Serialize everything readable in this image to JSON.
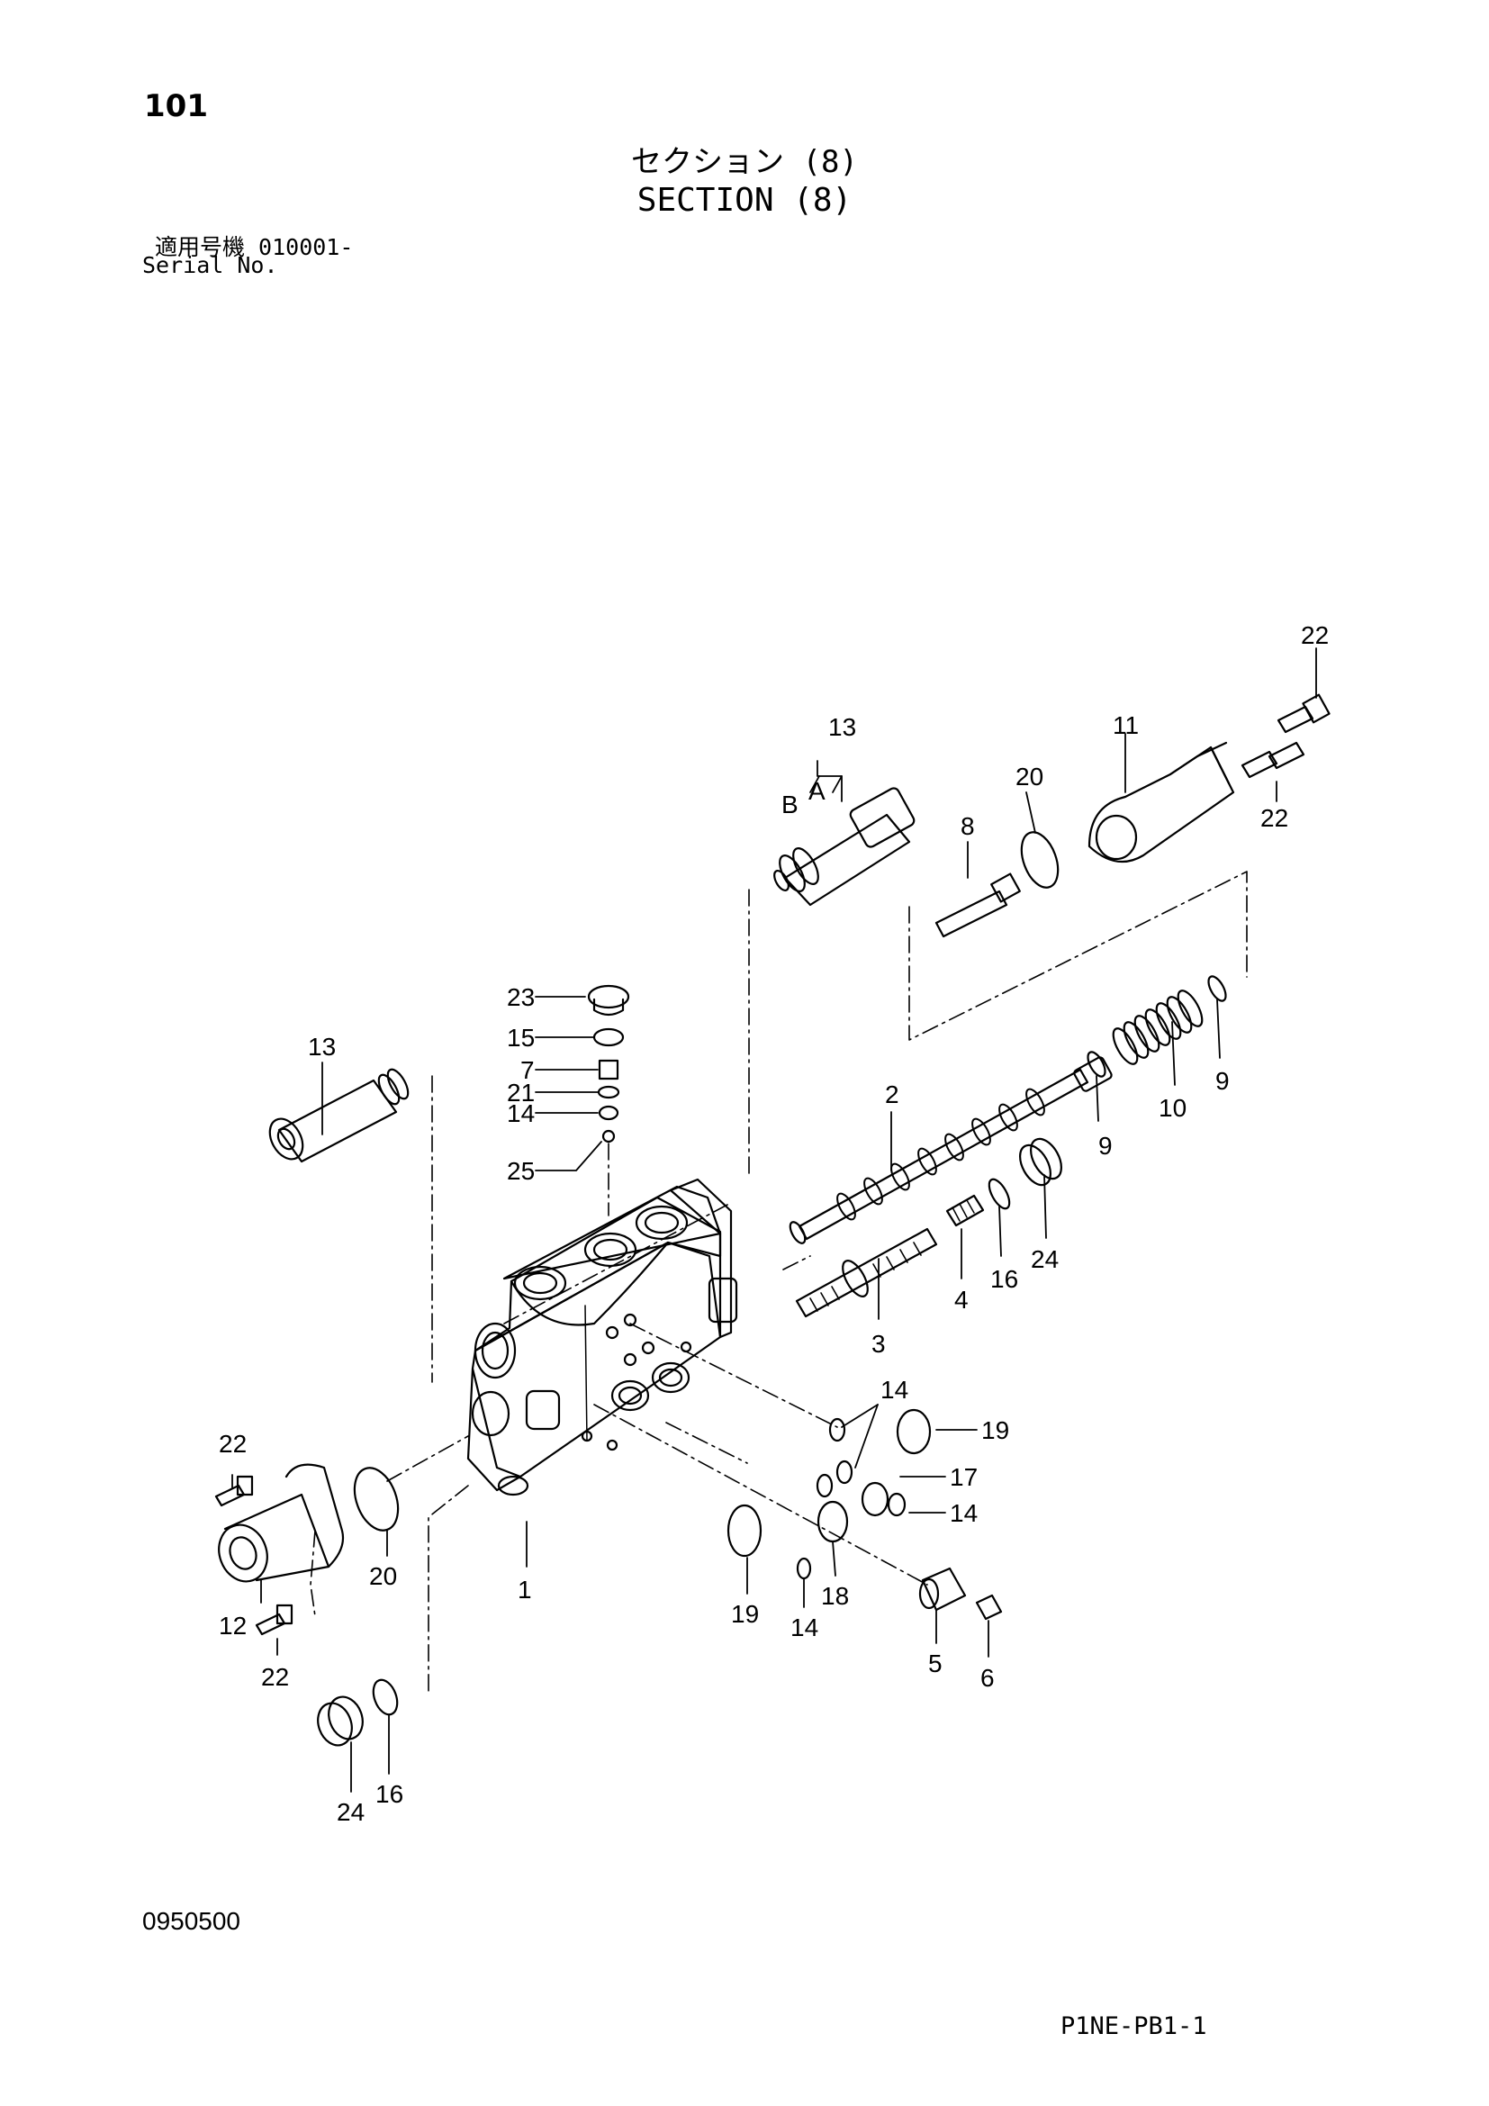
{
  "page": {
    "number": "101",
    "title_jp": "セクション (8)",
    "title_en": "SECTION (8)",
    "serial_jp": "適用号機  010001-",
    "serial_en": "Serial No.",
    "doc_code": "0950500",
    "page_ref": "P1NE-PB1-1"
  },
  "diagram": {
    "callouts": [
      {
        "id": "c22a",
        "label": "22"
      },
      {
        "id": "c13a",
        "label": "13"
      },
      {
        "id": "cA",
        "label": "A"
      },
      {
        "id": "cB",
        "label": "B"
      },
      {
        "id": "c11",
        "label": "11"
      },
      {
        "id": "c20a",
        "label": "20"
      },
      {
        "id": "c8",
        "label": "8"
      },
      {
        "id": "c22b",
        "label": "22"
      },
      {
        "id": "c23",
        "label": "23"
      },
      {
        "id": "c15",
        "label": "15"
      },
      {
        "id": "c7",
        "label": "7"
      },
      {
        "id": "c21",
        "label": "21"
      },
      {
        "id": "c14a",
        "label": "14"
      },
      {
        "id": "c25",
        "label": "25"
      },
      {
        "id": "c13b",
        "label": "13"
      },
      {
        "id": "c2",
        "label": "2"
      },
      {
        "id": "c9a",
        "label": "9"
      },
      {
        "id": "c10",
        "label": "10"
      },
      {
        "id": "c9b",
        "label": "9"
      },
      {
        "id": "c16a",
        "label": "16"
      },
      {
        "id": "c24a",
        "label": "24"
      },
      {
        "id": "c4",
        "label": "4"
      },
      {
        "id": "c3",
        "label": "3"
      },
      {
        "id": "c14b",
        "label": "14"
      },
      {
        "id": "c19a",
        "label": "19"
      },
      {
        "id": "c17",
        "label": "17"
      },
      {
        "id": "c14c",
        "label": "14"
      },
      {
        "id": "c22c",
        "label": "22"
      },
      {
        "id": "c20b",
        "label": "20"
      },
      {
        "id": "c1",
        "label": "1"
      },
      {
        "id": "c19b",
        "label": "19"
      },
      {
        "id": "c18",
        "label": "18"
      },
      {
        "id": "c14d",
        "label": "14"
      },
      {
        "id": "c12",
        "label": "12"
      },
      {
        "id": "c22d",
        "label": "22"
      },
      {
        "id": "c5",
        "label": "5"
      },
      {
        "id": "c6",
        "label": "6"
      },
      {
        "id": "c24b",
        "label": "24"
      },
      {
        "id": "c16b",
        "label": "16"
      }
    ]
  }
}
